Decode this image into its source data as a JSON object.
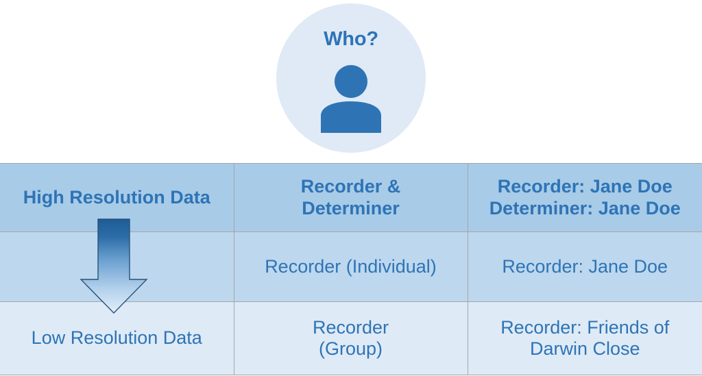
{
  "badge": {
    "title": "Who?",
    "icon": "person-icon",
    "circle_color": "#DFEAF6",
    "accent_color": "#2E74B5"
  },
  "arrow": {
    "icon": "down-arrow-icon",
    "direction": "down",
    "gradient_from": "#1F5C96",
    "gradient_to": "#DCEAF7",
    "outline_color": "#28527A",
    "meaning": "High Resolution Data to Low Resolution Data"
  },
  "table": {
    "columns": [
      "resolution",
      "role",
      "example"
    ],
    "row_colors": [
      "#A8CBE8",
      "#BDD7EE",
      "#DEEAF6"
    ],
    "border_color": "#A6A6A6",
    "text_color": "#2E74B5",
    "rows": [
      {
        "style": "header",
        "cells": [
          "High Resolution Data",
          "Recorder &\nDeterminer",
          "Recorder: Jane Doe\nDeterminer: Jane Doe"
        ]
      },
      {
        "style": "mid",
        "cells": [
          "",
          "Recorder (Individual)",
          "Recorder: Jane Doe"
        ]
      },
      {
        "style": "low",
        "cells": [
          "Low Resolution Data",
          "Recorder\n(Group)",
          "Recorder: Friends of\nDarwin Close"
        ]
      }
    ]
  }
}
